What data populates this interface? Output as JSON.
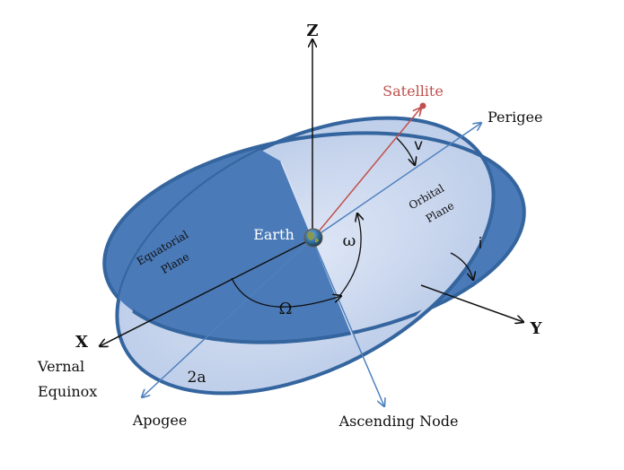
{
  "labels": {
    "z_axis": "Z",
    "x_axis": "X",
    "y_axis": "Y",
    "satellite": "Satellite",
    "perigee": "Perigee",
    "apogee": "Apogee",
    "ascending_node": "Ascending Node",
    "vernal_line1": "Vernal",
    "vernal_line2": "Equinox",
    "earth": "Earth",
    "equatorial_line1": "Equatorial",
    "equatorial_line2": "Plane",
    "orbital_line1": "Orbital",
    "orbital_line2": "Plane",
    "nu": "v",
    "omega_small": "ω",
    "omega_big": "Ω",
    "inclination": "i",
    "semi_major": "2a"
  },
  "colors": {
    "equatorial_plane": "#4a7ab8",
    "orbital_plane": "#c9d6ee",
    "plane_edge": "#34659e",
    "satellite_vector": "#c0504d",
    "apsides_line": "#4f81bd",
    "axes": "#111111",
    "earth_label": "#ffffff"
  }
}
